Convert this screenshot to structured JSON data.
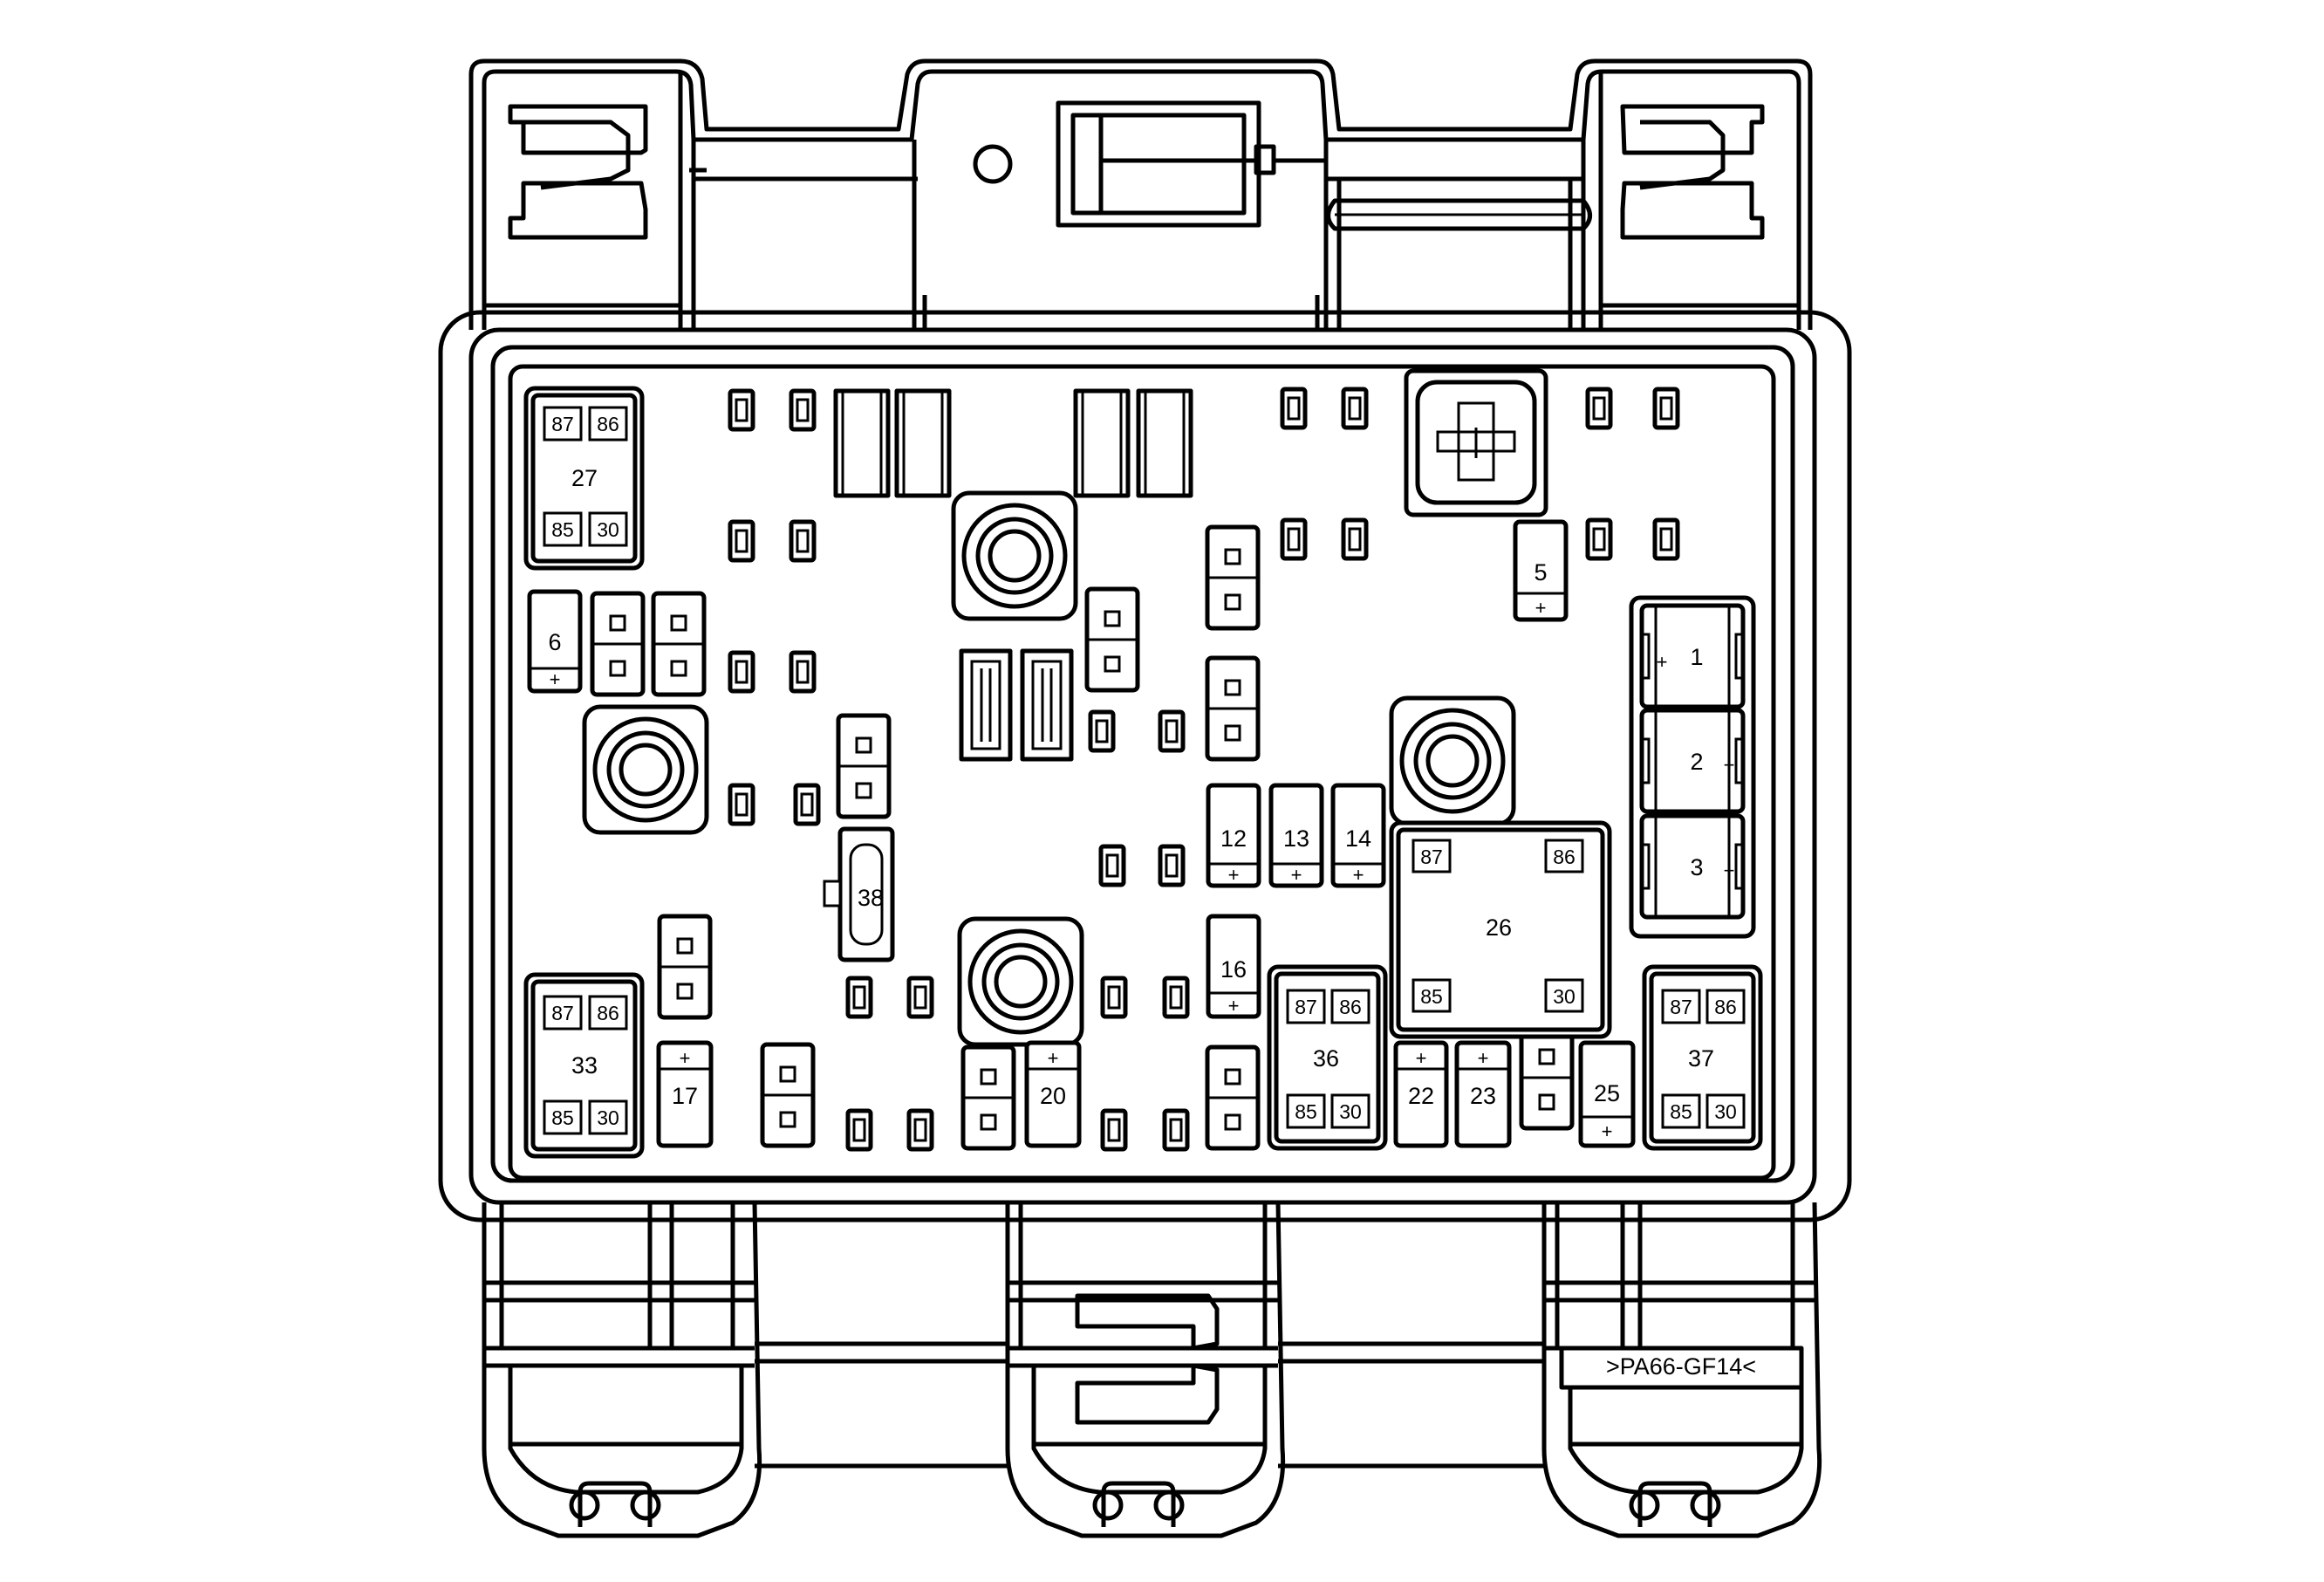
{
  "material_marking": ">PA66-GF14<",
  "plus_sign": "+",
  "relay_terminals": {
    "t87": "87",
    "t86": "86",
    "t85": "85",
    "t30": "30"
  },
  "relays": [
    {
      "id": "27",
      "label": "27"
    },
    {
      "id": "33",
      "label": "33"
    },
    {
      "id": "36",
      "label": "36"
    },
    {
      "id": "37",
      "label": "37"
    },
    {
      "id": "26",
      "label": "26"
    }
  ],
  "fuses": [
    {
      "id": "1",
      "label": "1"
    },
    {
      "id": "2",
      "label": "2"
    },
    {
      "id": "3",
      "label": "3"
    },
    {
      "id": "5",
      "label": "5"
    },
    {
      "id": "6",
      "label": "6"
    },
    {
      "id": "12",
      "label": "12"
    },
    {
      "id": "13",
      "label": "13"
    },
    {
      "id": "14",
      "label": "14"
    },
    {
      "id": "16",
      "label": "16"
    },
    {
      "id": "17",
      "label": "17"
    },
    {
      "id": "20",
      "label": "20"
    },
    {
      "id": "22",
      "label": "22"
    },
    {
      "id": "23",
      "label": "23"
    },
    {
      "id": "25",
      "label": "25"
    },
    {
      "id": "38",
      "label": "38"
    }
  ]
}
